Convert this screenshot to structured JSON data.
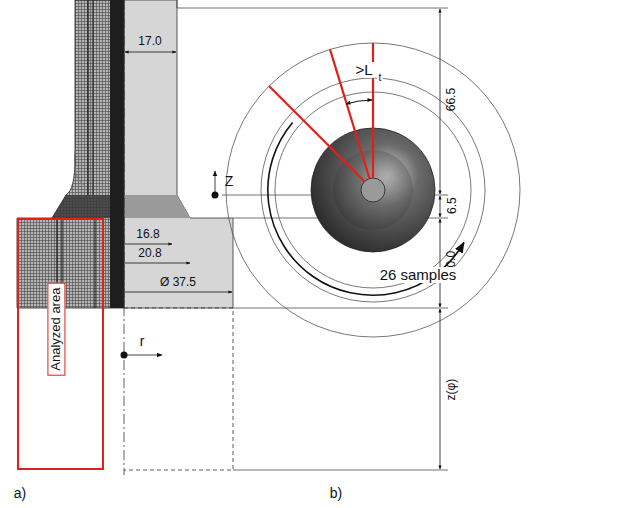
{
  "diagram": {
    "nodes": [
      {
        "text": [
          "Analyzed area"
        ]
      }
    ],
    "labels": [
      "17.0",
      "66.5",
      "6.5",
      "16.8",
      "20.8",
      "30.0",
      "Ø 37.5",
      "z(φ)",
      "Z",
      "r",
      "a)",
      ">L",
      "t",
      "26 samples",
      "b)"
    ]
  }
}
